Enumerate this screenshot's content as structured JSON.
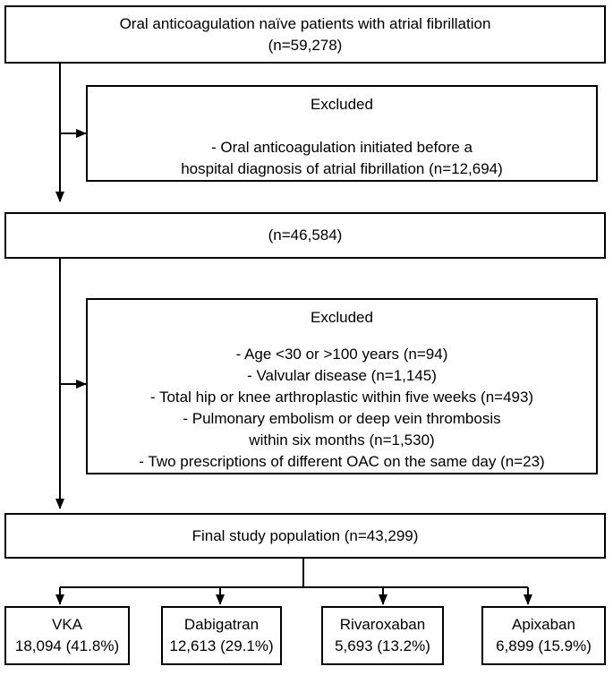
{
  "box_start": {
    "line1": "Oral anticoagulation naïve patients with atrial fibrillation",
    "line2": "(n=59,278)"
  },
  "exclusion1": {
    "heading": "Excluded",
    "lines": [
      "- Oral anticoagulation initiated before a",
      "hospital diagnosis of atrial fibrillation (n=12,694)"
    ]
  },
  "box_middle": {
    "line1": "(n=46,584)"
  },
  "exclusion2": {
    "heading": "Excluded",
    "lines": [
      "- Age <30 or >100 years (n=94)",
      "- Valvular disease (n=1,145)",
      "- Total hip or knee arthroplastic within five weeks (n=493)",
      "- Pulmonary embolism or deep vein thrombosis",
      "within six months (n=1,530)",
      "- Two prescriptions of different OAC on the same day (n=23)"
    ]
  },
  "box_final": {
    "line1": "Final study population (n=43,299)"
  },
  "arms": [
    {
      "name": "VKA",
      "count": "18,094 (41.8%)"
    },
    {
      "name": "Dabigatran",
      "count": "12,613 (29.1%)"
    },
    {
      "name": "Rivaroxaban",
      "count": "5,693 (13.2%)"
    },
    {
      "name": "Apixaban",
      "count": "6,899 (15.9%)"
    }
  ]
}
